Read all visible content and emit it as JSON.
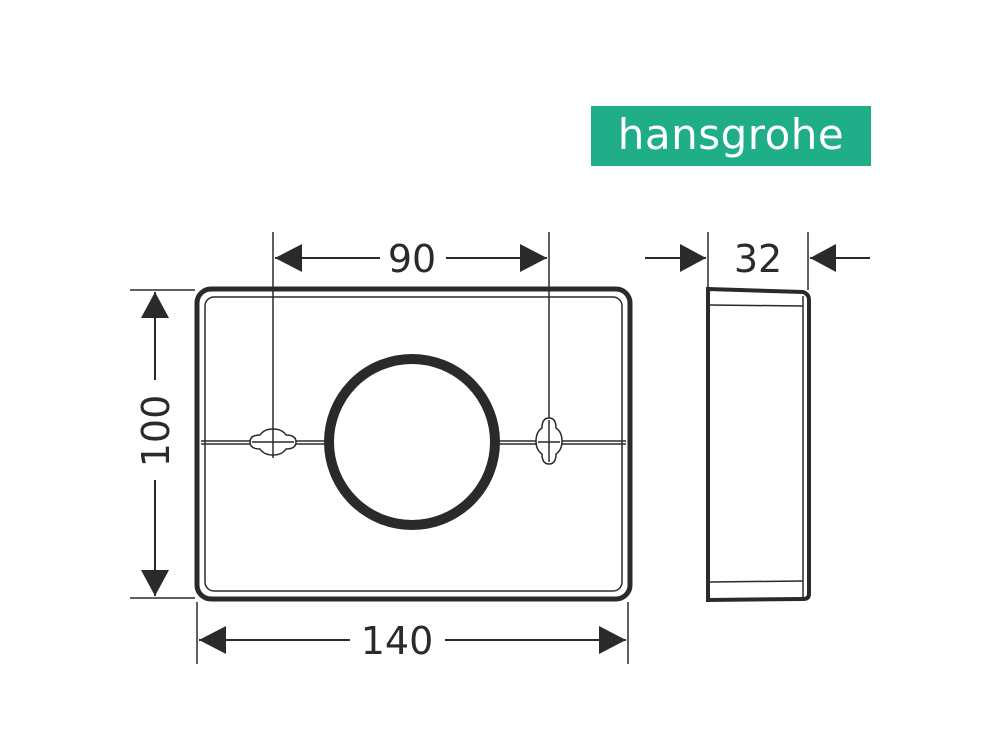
{
  "brand": {
    "logo_text": "hansgrohe",
    "color": "#1fae87"
  },
  "dimensions": {
    "hole_spacing": "90",
    "height": "100",
    "width": "140",
    "depth": "32"
  },
  "line_color": "#2a2a2a"
}
